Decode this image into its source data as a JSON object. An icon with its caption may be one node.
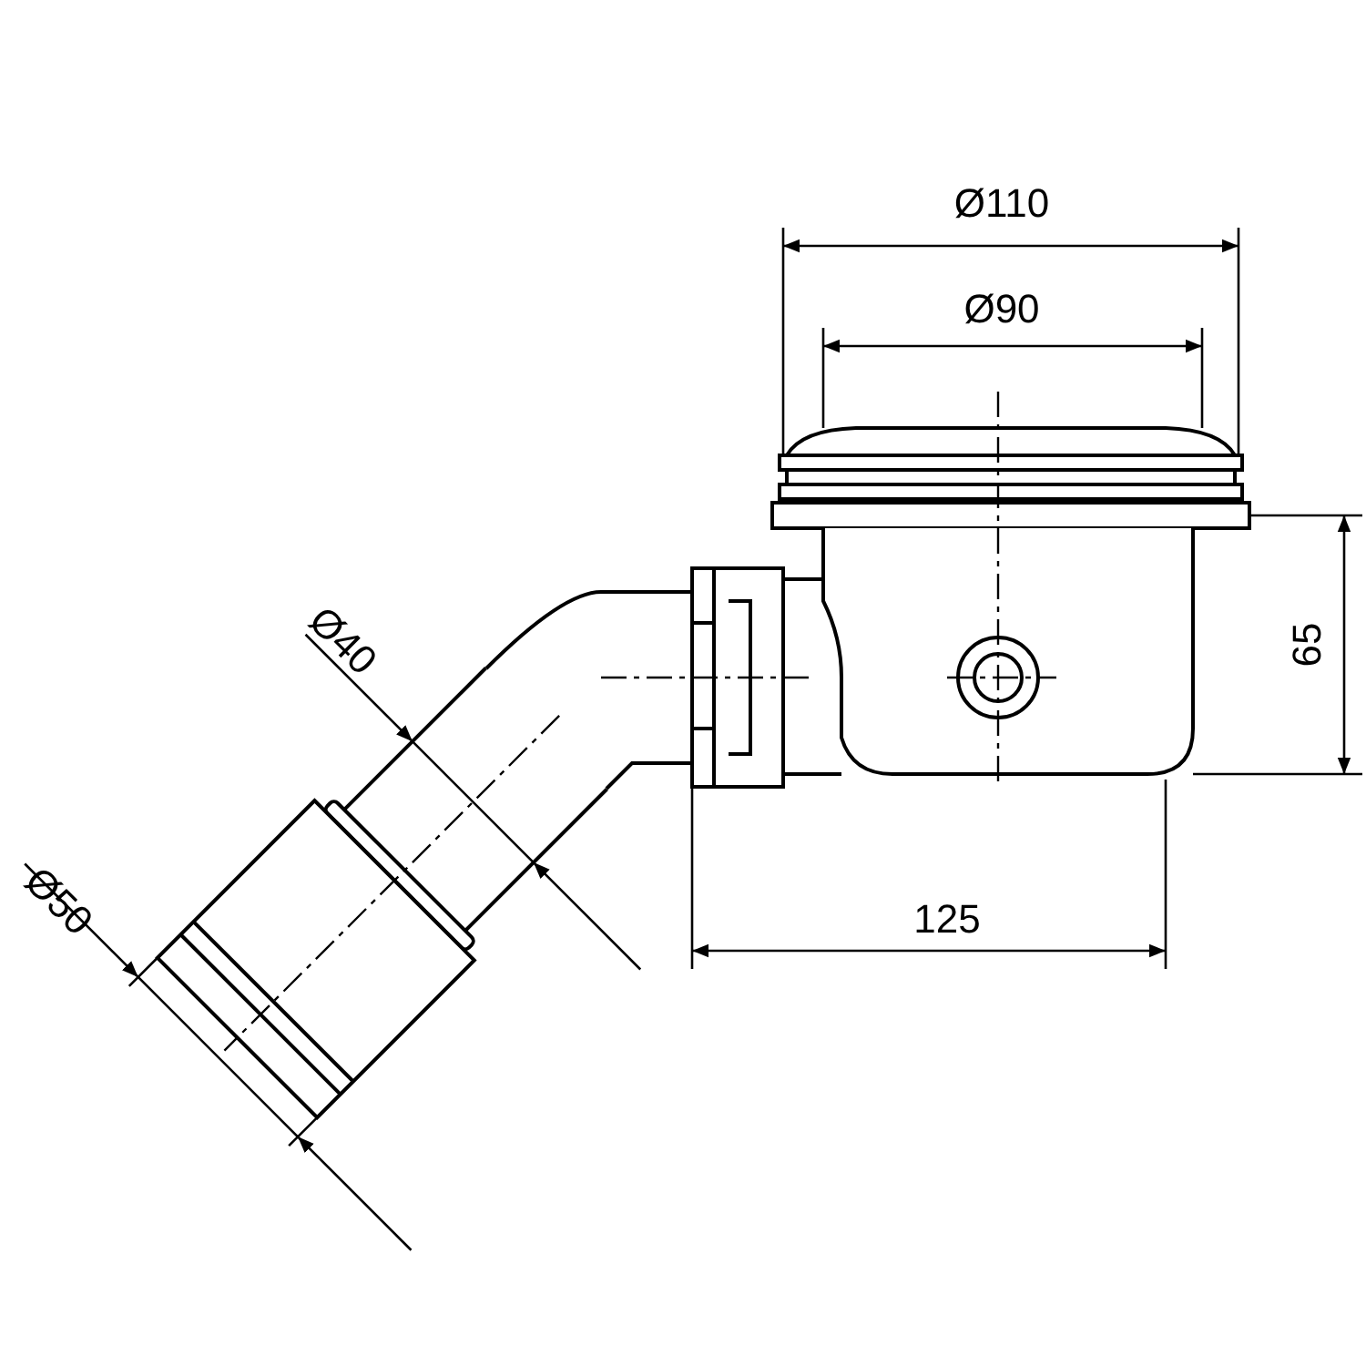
{
  "diagram": {
    "labels": [
      "Ø110",
      "Ø90",
      "65",
      "Ø40",
      "125",
      "Ø50"
    ]
  }
}
